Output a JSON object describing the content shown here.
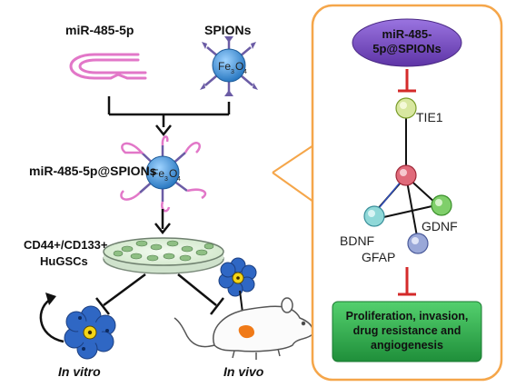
{
  "left": {
    "mirna_label": "miR-485-5p",
    "spions_label": "SPIONs",
    "core_text": "Fe",
    "core_sub": "3",
    "core_text2": "O",
    "core_sub2": "4",
    "complex_label": "miR-485-5p@SPIONs",
    "cells_label_line1": "CD44+/CD133+",
    "cells_label_line2": "HuGSCs",
    "in_vitro": "In vitro",
    "in_vivo": "In vivo"
  },
  "right": {
    "top_pill_line1": "miR-485-",
    "top_pill_line2": "5p@SPIONs",
    "nodes": {
      "tie1": "TIE1",
      "bdnf": "BDNF",
      "gdnf": "GDNF",
      "gfap": "GFAP"
    },
    "outcome_line1": "Proliferation, invasion,",
    "outcome_line2": "drug resistance and",
    "outcome_line3": "angiogenesis"
  },
  "colors": {
    "panel_border": "#f5a64a",
    "pill_purple": "#7b4fc4",
    "outcome_green": "#2fae4e",
    "inhibit_red": "#d42a2a",
    "spion_core": "#3b8fd6",
    "rna_pink": "#e277c8"
  }
}
